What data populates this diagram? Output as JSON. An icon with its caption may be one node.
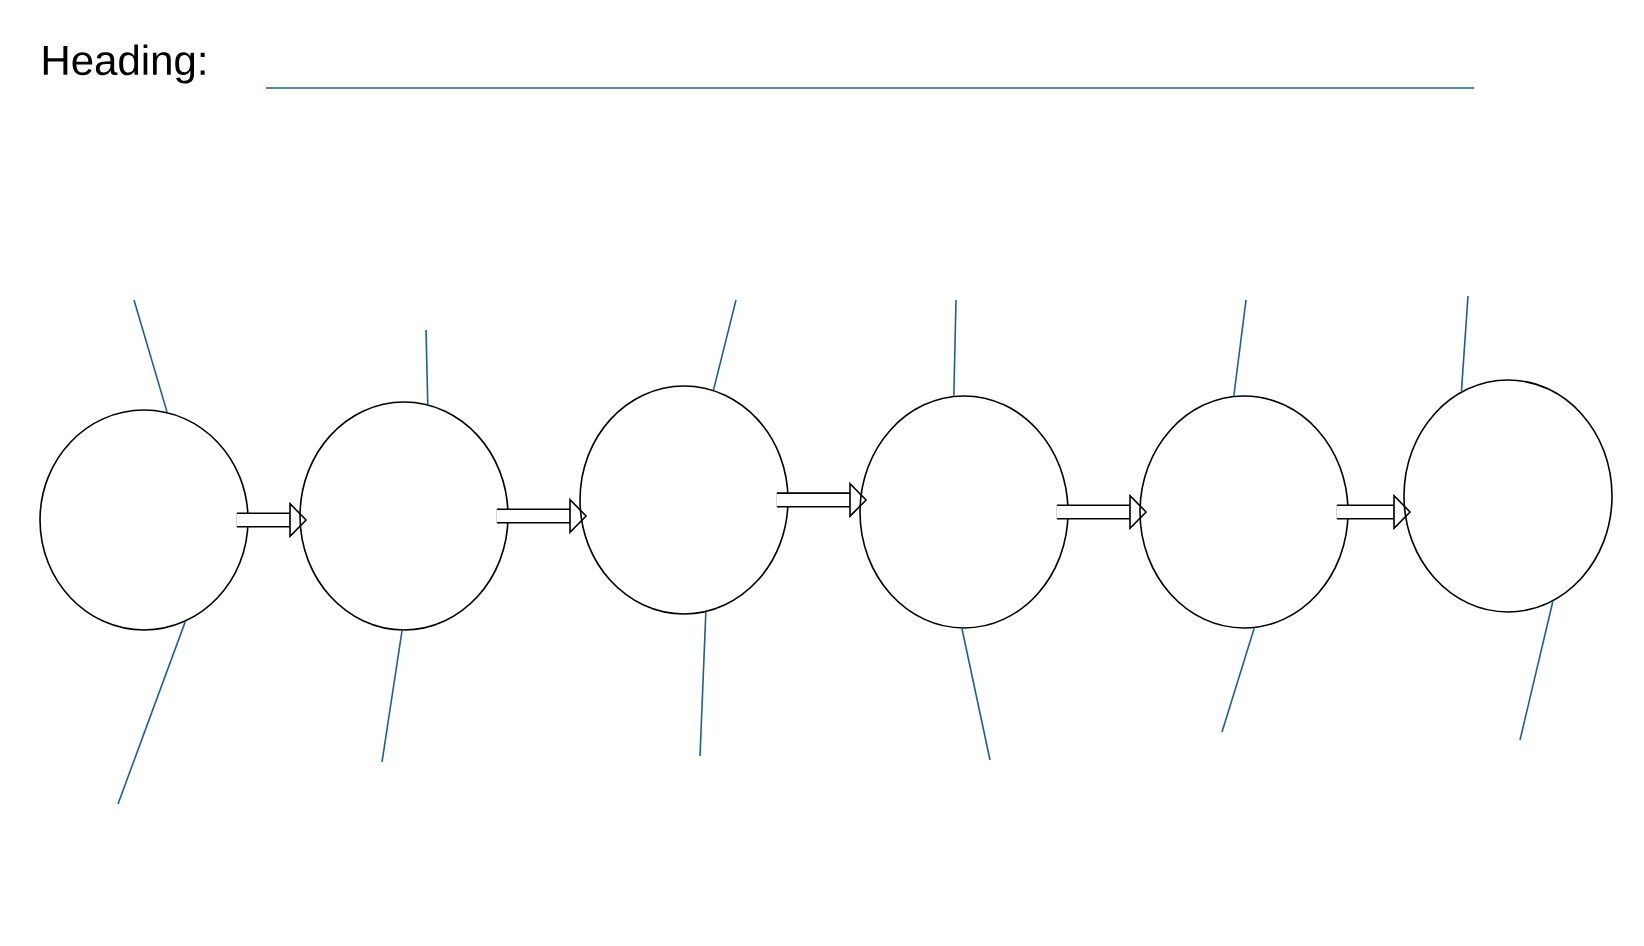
{
  "diagram": {
    "title": "Heading:",
    "nodes": [
      {
        "text": [],
        "shape": "circle"
      },
      {
        "text": [],
        "shape": "circle"
      },
      {
        "text": [],
        "shape": "circle"
      },
      {
        "text": [],
        "shape": "circle"
      },
      {
        "text": [],
        "shape": "circle"
      },
      {
        "text": [],
        "shape": "circle"
      }
    ],
    "edges": [
      {
        "from": 0,
        "to": 1,
        "arrow": "to",
        "style": "thick",
        "color": "#000000"
      },
      {
        "from": 1,
        "to": 2,
        "arrow": "to",
        "style": "thick",
        "color": "#000000"
      },
      {
        "from": 2,
        "to": 3,
        "arrow": "to",
        "style": "thick",
        "color": "#000000"
      },
      {
        "from": 3,
        "to": 4,
        "arrow": "to",
        "style": "thick",
        "color": "#000000"
      },
      {
        "from": 4,
        "to": 5,
        "arrow": "to",
        "style": "thick",
        "color": "#000000"
      },
      {
        "from": null,
        "to": 0,
        "arrow": "none",
        "color": "#1f5f8b"
      },
      {
        "from": null,
        "to": 0,
        "arrow": "none",
        "color": "#1f5f8b"
      },
      {
        "from": null,
        "to": 1,
        "arrow": "none",
        "color": "#1f5f8b"
      },
      {
        "from": null,
        "to": 1,
        "arrow": "none",
        "color": "#1f5f8b"
      },
      {
        "from": null,
        "to": 2,
        "arrow": "none",
        "color": "#1f5f8b"
      },
      {
        "from": null,
        "to": 2,
        "arrow": "none",
        "color": "#1f5f8b"
      },
      {
        "from": null,
        "to": 3,
        "arrow": "none",
        "color": "#1f5f8b"
      },
      {
        "from": null,
        "to": 3,
        "arrow": "none",
        "color": "#1f5f8b"
      },
      {
        "from": null,
        "to": 4,
        "arrow": "none",
        "color": "#1f5f8b"
      },
      {
        "from": null,
        "to": 4,
        "arrow": "none",
        "color": "#1f5f8b"
      },
      {
        "from": null,
        "to": 5,
        "arrow": "none",
        "color": "#1f5f8b"
      },
      {
        "from": null,
        "to": 5,
        "arrow": "none",
        "color": "#1f5f8b"
      }
    ]
  }
}
